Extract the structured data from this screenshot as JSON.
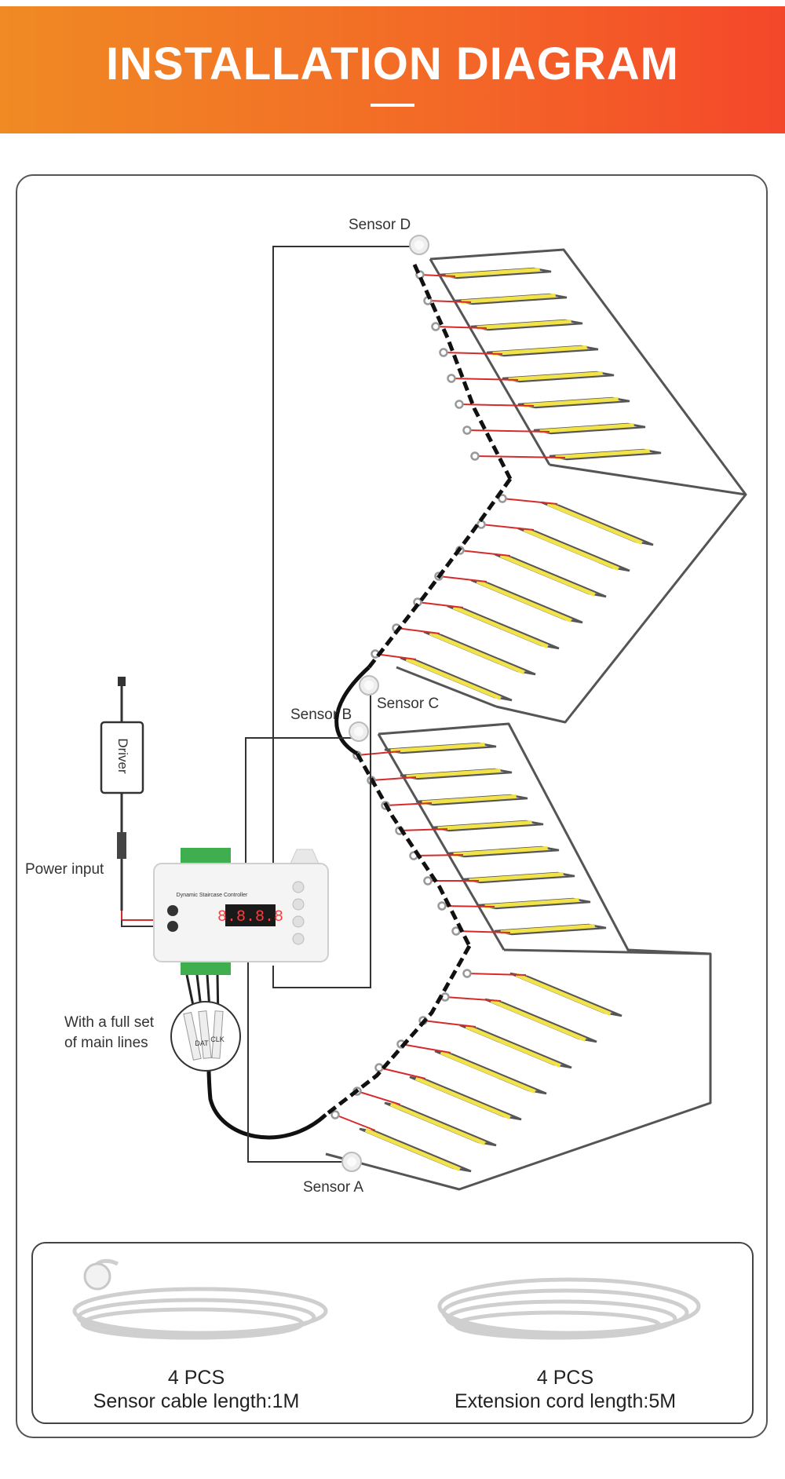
{
  "header": {
    "title": "INSTALLATION DIAGRAM"
  },
  "labels": {
    "sensor_d": "Sensor D",
    "sensor_c": "Sensor C",
    "sensor_b": "Sensor B",
    "sensor_a": "Sensor A",
    "driver": "Driver",
    "power_input": "Power input",
    "main_lines": [
      "With a full set",
      "of main lines"
    ],
    "dat": "DAT",
    "clk": "CLK"
  },
  "controller": {
    "name": "Dynamic Staircase Controller",
    "display": "8.8.8.8"
  },
  "accessories": [
    {
      "qty": "4 PCS",
      "desc": "Sensor cable length:1M"
    },
    {
      "qty": "4 PCS",
      "desc": "Extension cord length:5M"
    }
  ],
  "colors": {
    "banner_start": "#f08a23",
    "banner_end": "#f4472a",
    "led_strip": "#f2e34a",
    "wire_red": "#d62b2b"
  }
}
